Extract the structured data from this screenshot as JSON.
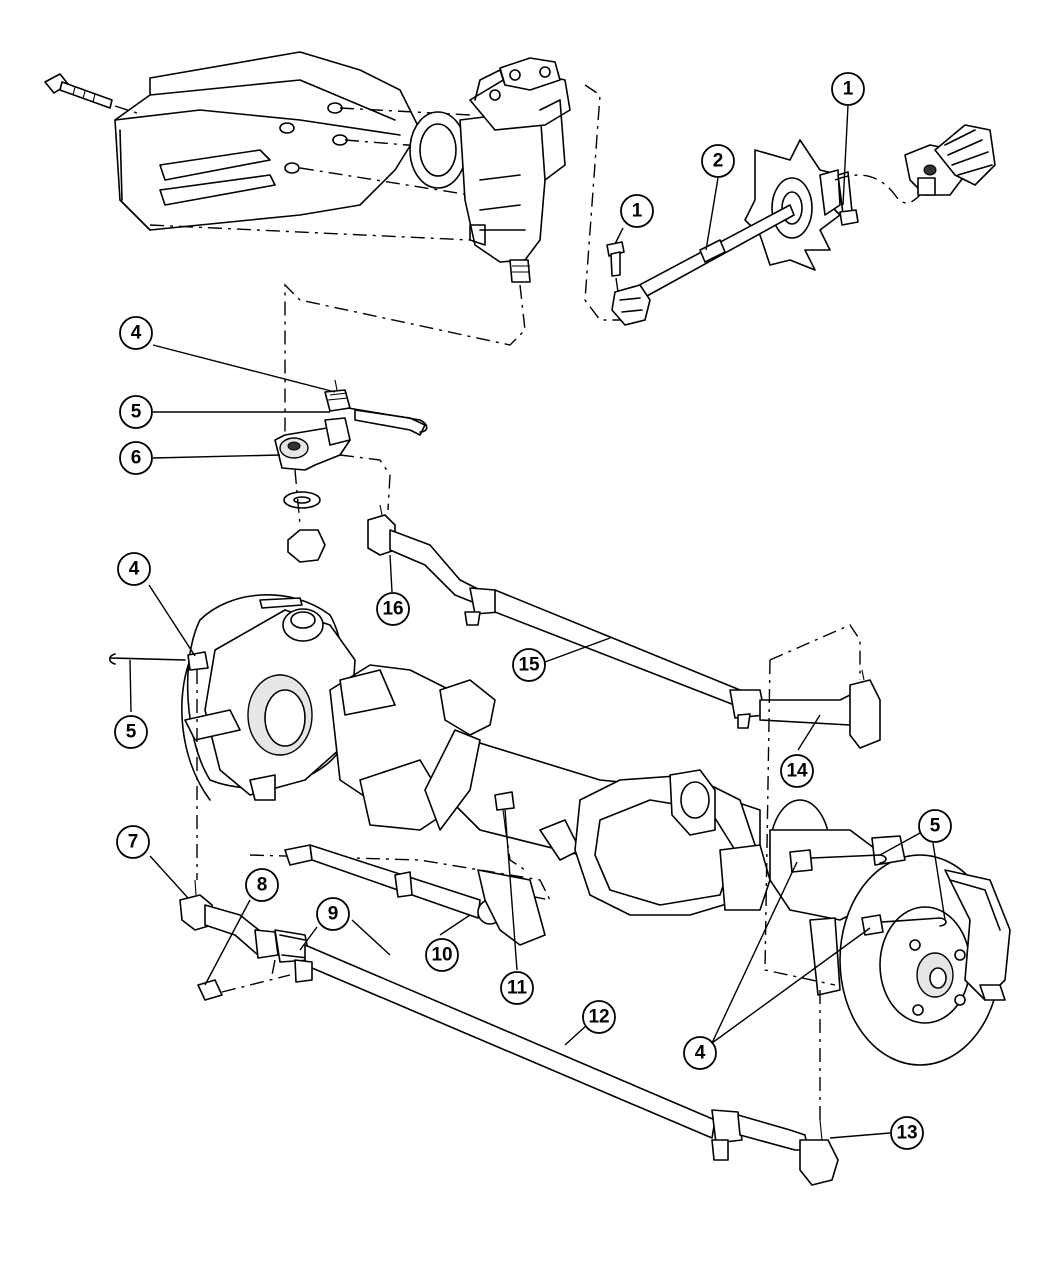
{
  "callouts": [
    {
      "id": "c1a",
      "label": "1"
    },
    {
      "id": "c1b",
      "label": "1"
    },
    {
      "id": "c2",
      "label": "2"
    },
    {
      "id": "c4a",
      "label": "4"
    },
    {
      "id": "c5a",
      "label": "5"
    },
    {
      "id": "c6",
      "label": "6"
    },
    {
      "id": "c16",
      "label": "16"
    },
    {
      "id": "c4b",
      "label": "4"
    },
    {
      "id": "c5b",
      "label": "5"
    },
    {
      "id": "c15",
      "label": "15"
    },
    {
      "id": "c14",
      "label": "14"
    },
    {
      "id": "c7",
      "label": "7"
    },
    {
      "id": "c8",
      "label": "8"
    },
    {
      "id": "c9",
      "label": "9"
    },
    {
      "id": "c10",
      "label": "10"
    },
    {
      "id": "c11",
      "label": "11"
    },
    {
      "id": "c12",
      "label": "12"
    },
    {
      "id": "c5c",
      "label": "5"
    },
    {
      "id": "c4c",
      "label": "4"
    },
    {
      "id": "c13",
      "label": "13"
    }
  ]
}
